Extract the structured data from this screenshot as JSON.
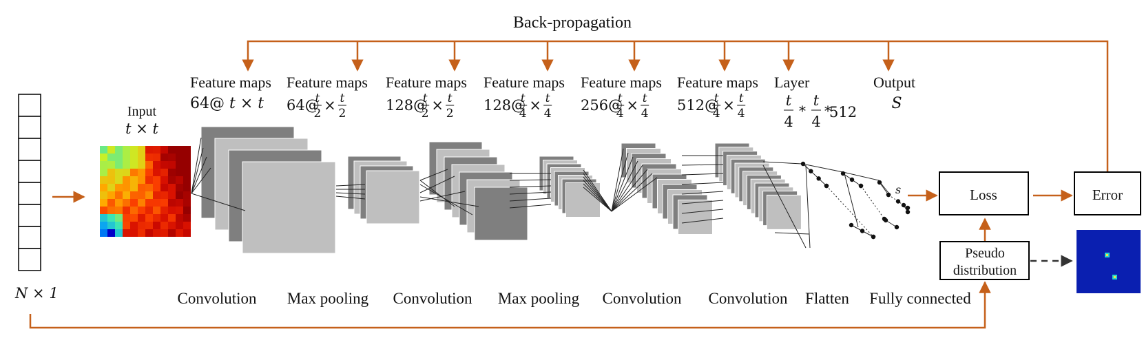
{
  "title": "Back-propagation",
  "colors": {
    "arrow": "#c5601a",
    "dark_map": "#7f7f7f",
    "light_map": "#bfbfbf",
    "box_stroke": "#000000",
    "heatmap_bg": "#0a1fb0"
  },
  "input_vector": {
    "label_var": "N",
    "label_rest": " × 1",
    "cells": 8
  },
  "input_image": {
    "title": "Input",
    "size_var": "t",
    "size_op": " × ",
    "size_var2": "t"
  },
  "stages": [
    {
      "head": "Feature maps",
      "prefix": "64@ ",
      "kind": "plain"
    },
    {
      "head": "Feature maps",
      "prefix": "64@",
      "kind": "frac",
      "den": "2"
    },
    {
      "head": "Feature maps",
      "prefix": "128@",
      "kind": "frac",
      "den": "2"
    },
    {
      "head": "Feature maps",
      "prefix": "128@",
      "kind": "frac",
      "den": "4"
    },
    {
      "head": "Feature maps",
      "prefix": "256@",
      "kind": "frac",
      "den": "4"
    },
    {
      "head": "Feature maps",
      "prefix": "512@",
      "kind": "frac",
      "den": "4"
    },
    {
      "head": "Layer",
      "prefix": "",
      "kind": "layer",
      "den": "4",
      "tail": " 512"
    },
    {
      "head": "Output",
      "prefix": "",
      "kind": "output",
      "var": "S"
    }
  ],
  "operations": [
    "Convolution",
    "Max pooling",
    "Convolution",
    "Max pooling",
    "Convolution",
    "Convolution",
    "Flatten",
    "Fully connected"
  ],
  "output_node_label": "s",
  "boxes": {
    "loss": "Loss",
    "error": "Error",
    "pseudo_line1": "Pseudo",
    "pseudo_line2": "distribution"
  }
}
